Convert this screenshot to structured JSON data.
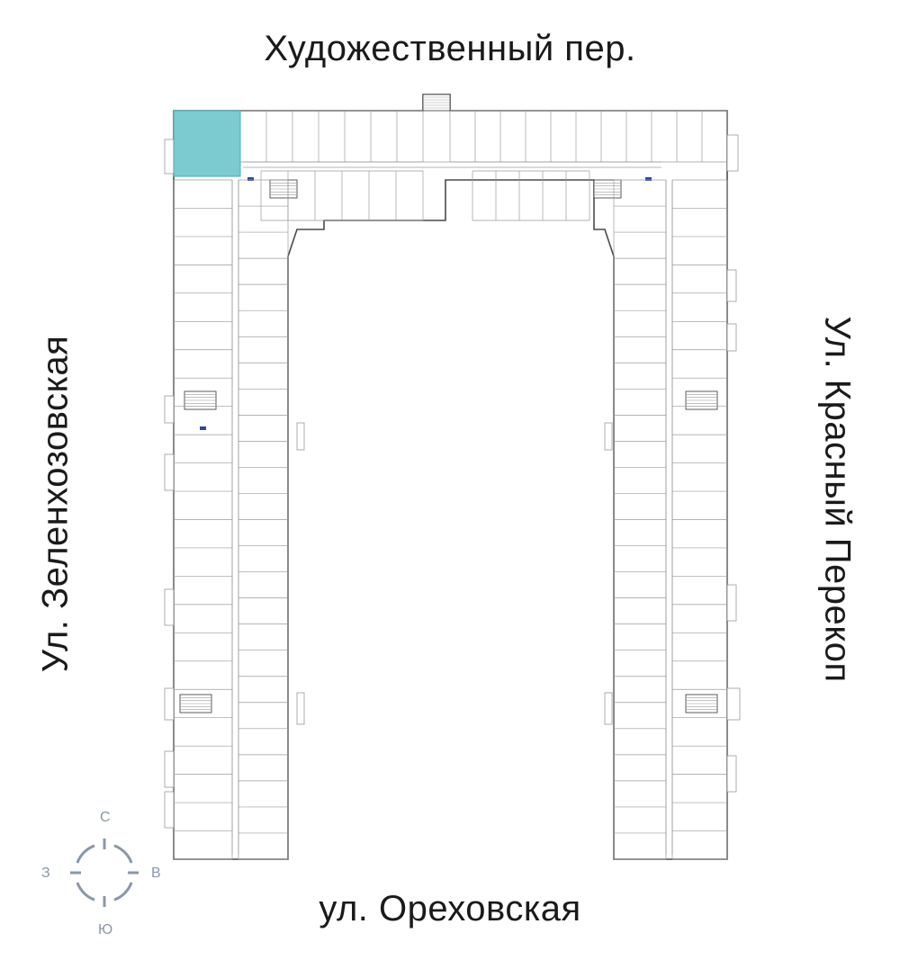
{
  "streets": {
    "north": "Художественный пер.",
    "south": "ул. Ореховская",
    "west": "Ул. Зеленхозовская",
    "east": "Ул. Красный Перекоп"
  },
  "compass": {
    "north": "С",
    "south": "Ю",
    "west": "З",
    "east": "В"
  },
  "colors": {
    "highlight": "#7ccbd1",
    "wall": "#4a4a4a",
    "thin_line": "#9a9a9a",
    "compass": "#8a97a8",
    "text": "#1a1a1a"
  }
}
